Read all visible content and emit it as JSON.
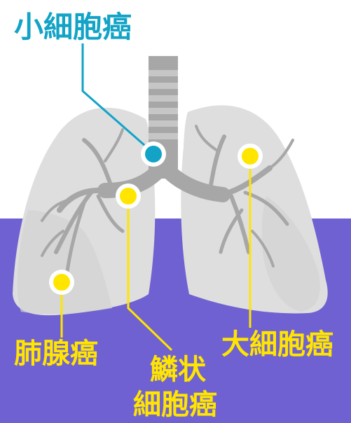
{
  "labels": {
    "small_cell": "小細胞癌",
    "adenocarcinoma": "肺腺癌",
    "squamous_line1": "鱗状",
    "squamous_line2": "細胞癌",
    "large_cell": "大細胞癌"
  },
  "colors": {
    "background_top": "#ffffff",
    "background_bottom": "#6f61d1",
    "lung_fill": "#dedede",
    "lung_shade": "#c9c9c9",
    "airway": "#a7a7a7",
    "airway_stripe": "#c6c6c6",
    "small_cell_marker": "#12a3c7",
    "other_markers": "#ffe500"
  }
}
